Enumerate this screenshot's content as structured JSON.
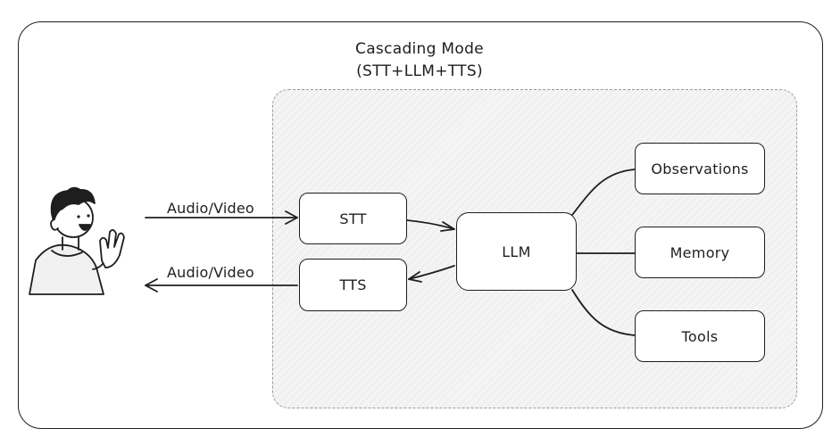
{
  "diagram": {
    "title_line1": "Cascading Mode",
    "title_line2": "(STT+LLM+TTS)",
    "user": {
      "icon": "waving-person-icon"
    },
    "edges": {
      "to_stt_label": "Audio/Video",
      "from_tts_label": "Audio/Video"
    },
    "nodes": {
      "stt": "STT",
      "tts": "TTS",
      "llm": "LLM",
      "observations": "Observations",
      "memory": "Memory",
      "tools": "Tools"
    }
  }
}
